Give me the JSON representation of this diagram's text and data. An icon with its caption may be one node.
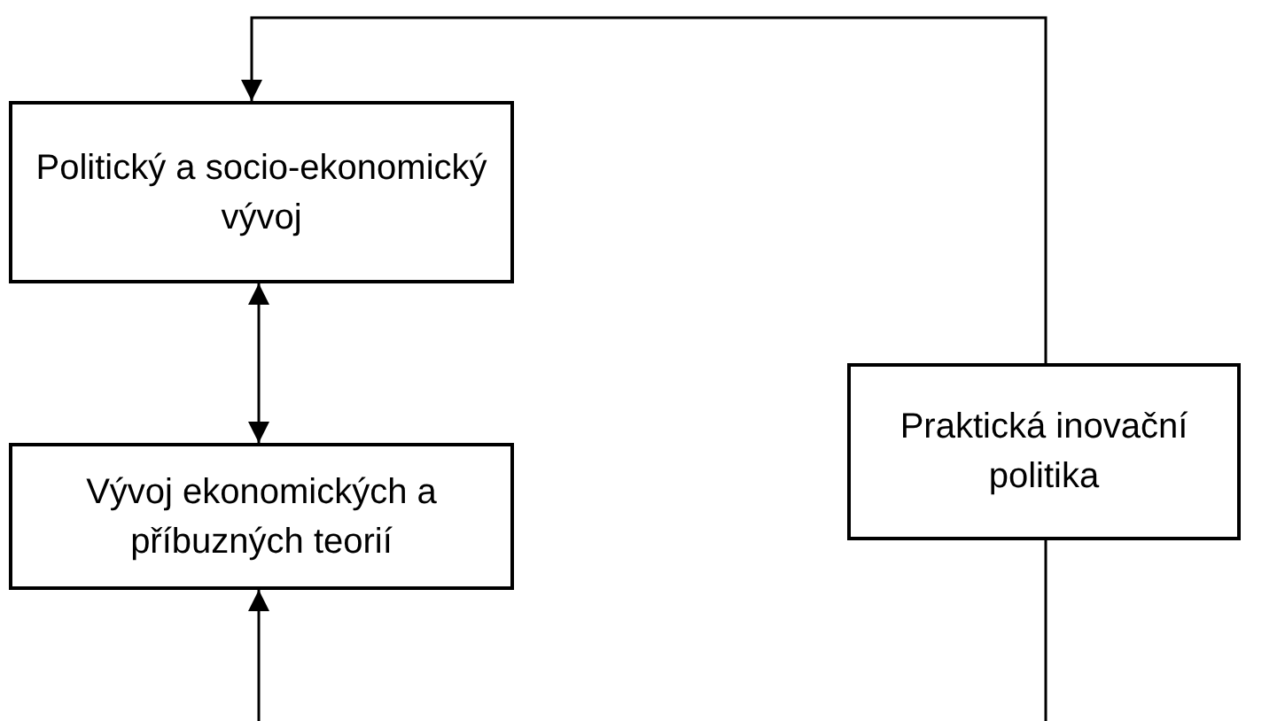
{
  "diagram": {
    "nodes": [
      {
        "text": [
          "Politický a socio-ekonomický vývoj"
        ]
      },
      {
        "text": [
          "Praktická inovační politika"
        ]
      },
      {
        "text": [
          "Vývoj ekonomických a příbuzných teorií"
        ]
      }
    ],
    "edges": [
      {
        "from": 1,
        "to": 0,
        "arrow": "to"
      },
      {
        "from": 0,
        "to": 2,
        "arrow": "both"
      },
      {
        "from": null,
        "to": 2,
        "arrow": "to"
      },
      {
        "from": 1,
        "to": null,
        "arrow": "none"
      }
    ]
  }
}
